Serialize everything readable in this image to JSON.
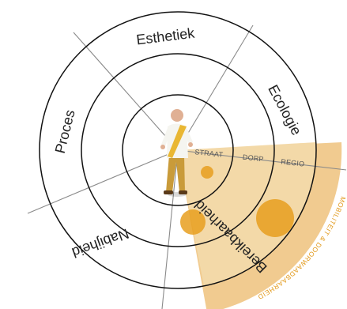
{
  "diagram": {
    "sectors": {
      "esthetiek": "Esthetiek",
      "ecologie": "Ecologie",
      "proces": "Proces",
      "bereikbaarheid": "Bereikbaarheid",
      "nabijheid": "Nabijheid"
    },
    "rings": {
      "inner": "STRAAT",
      "middle": "DORP",
      "outer": "REGIO"
    },
    "highlight_arc_label": "MOBILITEIT & DOORWAADBAARHEID",
    "colors": {
      "ring_stroke": "#111111",
      "divider_stroke": "#8a8a8a",
      "highlight_fill": "#f3d9a8",
      "highlight_band": "#f0c88a",
      "bubble_fill": "#e89f1f",
      "arc_text": "#e29a1c"
    },
    "figure": "person-in-center"
  }
}
